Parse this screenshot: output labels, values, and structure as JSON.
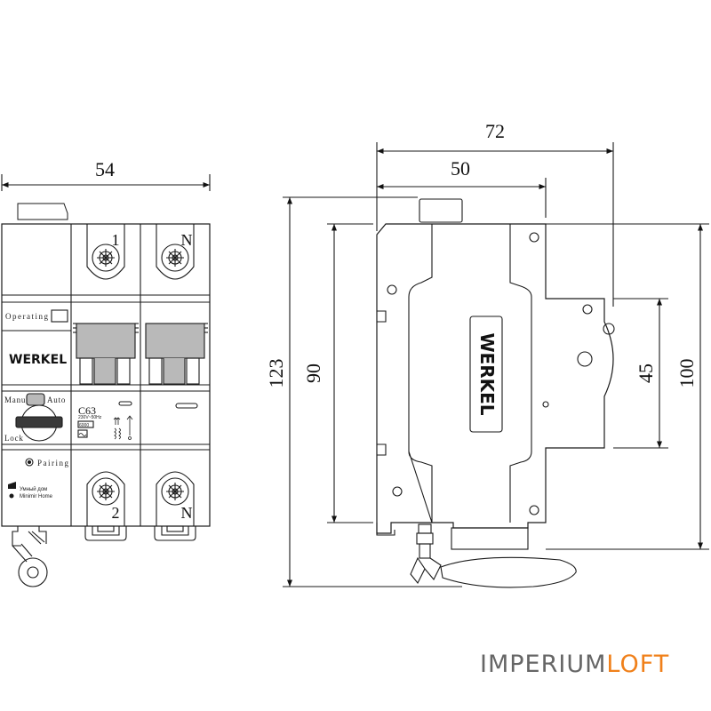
{
  "dimensions": {
    "front_width": "54",
    "side_depth_total": "72",
    "side_depth_body": "50",
    "overall_height": "123",
    "body_height": "90",
    "window_height": "45",
    "side_height": "100"
  },
  "front": {
    "terminal_top_left": "1",
    "terminal_top_right": "N",
    "terminal_bottom_left": "2",
    "terminal_bottom_right": "N",
    "operating_label": "Operating",
    "brand": "WERKEL",
    "manu_label": "Manu",
    "auto_label": "Auto",
    "lock_label": "Lock",
    "pairing_label": "Pairing",
    "rating": "C63",
    "voltage": "230V~50Hz",
    "capacity": "6000",
    "smart_home_line1": "Умный дом",
    "smart_home_line2": "Minimir Home"
  },
  "side": {
    "brand": "WERKEL"
  },
  "watermark": {
    "part1": "IMPERIUM",
    "part2": "LOFT"
  },
  "colors": {
    "line": "#1a1a1a",
    "handle": "#b9b9b9",
    "watermark_accent": "#f0801a"
  }
}
